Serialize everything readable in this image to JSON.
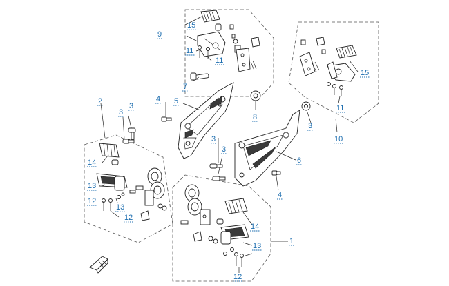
{
  "callouts": {
    "c1": "1",
    "c2": "2",
    "c3a": "3",
    "c3b": "3",
    "c3c": "3",
    "c3d": "3",
    "c3e": "3",
    "c4a": "4",
    "c4b": "4",
    "c5": "5",
    "c6": "6",
    "c7": "7",
    "c8": "8",
    "c9": "9",
    "c10": "10",
    "c11a": "11",
    "c11b": "11",
    "c11c": "11",
    "c12a": "12",
    "c12b": "12",
    "c12c": "12",
    "c13a": "13",
    "c13b": "13",
    "c13c": "13",
    "c14a": "14",
    "c14b": "14",
    "c15a": "15",
    "c15b": "15"
  },
  "colors": {
    "callout": "#1f6fb0",
    "line": "#222222",
    "box": "#555555"
  }
}
